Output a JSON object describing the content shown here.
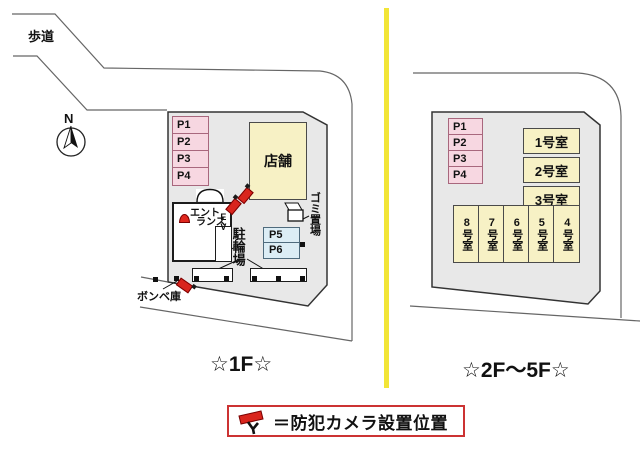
{
  "labels": {
    "sidewalk": "歩道",
    "compass_n": "N",
    "store": "店舗",
    "entrance_line1": "エント",
    "entrance_line2": "ランス",
    "elevator": "EV",
    "bicycle_parking": "駐輪場",
    "garbage_area": "ゴミ置場",
    "cylinder_storage": "ボンベ庫",
    "floor_left": "☆1F☆",
    "floor_right": "☆2F〜5F☆",
    "legend_text": "＝防犯カメラ設置位置"
  },
  "parking_left": [
    "P1",
    "P2",
    "P3",
    "P4"
  ],
  "parking_right": [
    "P1",
    "P2",
    "P3",
    "P4"
  ],
  "parking_inner": [
    "P5",
    "P6"
  ],
  "rooms_upper": [
    "1号室",
    "2号室",
    "3号室"
  ],
  "rooms_lower": [
    "8号室",
    "7号室",
    "6号室",
    "5号室",
    "4号室"
  ],
  "colors": {
    "parking_fill": "#f7d7e1",
    "room_fill": "#f7f1c5",
    "inner_parking_fill": "#dcedf5",
    "site_fill": "#e8e8e8",
    "divider_yellow": "#f2e537",
    "camera_red": "#d9251d",
    "legend_border": "#cc3333"
  }
}
